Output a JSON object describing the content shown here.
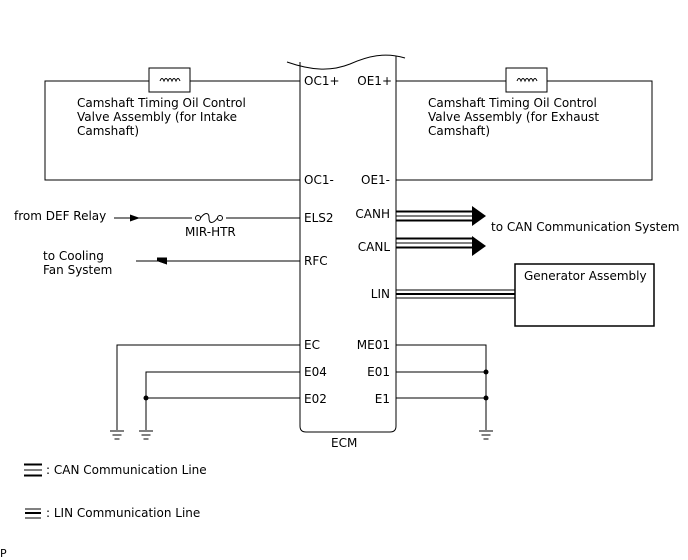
{
  "ecm": {
    "label": "ECM",
    "pins_left": {
      "oc1p": "OC1+",
      "oc1m": "OC1-",
      "els2": "ELS2",
      "rfc": "RFC",
      "ec": "EC",
      "e04": "E04",
      "e02": "E02"
    },
    "pins_right": {
      "oe1p": "OE1+",
      "oe1m": "OE1-",
      "canh": "CANH",
      "canl": "CANL",
      "lin": "LIN",
      "me01": "ME01",
      "e01": "E01",
      "e1": "E1"
    }
  },
  "intake_ocv": {
    "line1": "Camshaft Timing Oil Control",
    "line2": "Valve Assembly (for Intake",
    "line3": "Camshaft)"
  },
  "exhaust_ocv": {
    "line1": "Camshaft Timing Oil Control",
    "line2": "Valve Assembly (for Exhaust",
    "line3": "Camshaft)"
  },
  "def_relay": "from DEF Relay",
  "fuse": "MIR-HTR",
  "cooling_fan": {
    "line1": "to Cooling",
    "line2": "Fan System"
  },
  "can_system": "to CAN Communication System",
  "generator": "Generator Assembly",
  "legend": {
    "can": ": CAN Communication Line",
    "lin": ": LIN Communication Line"
  },
  "corner_mark": "P"
}
